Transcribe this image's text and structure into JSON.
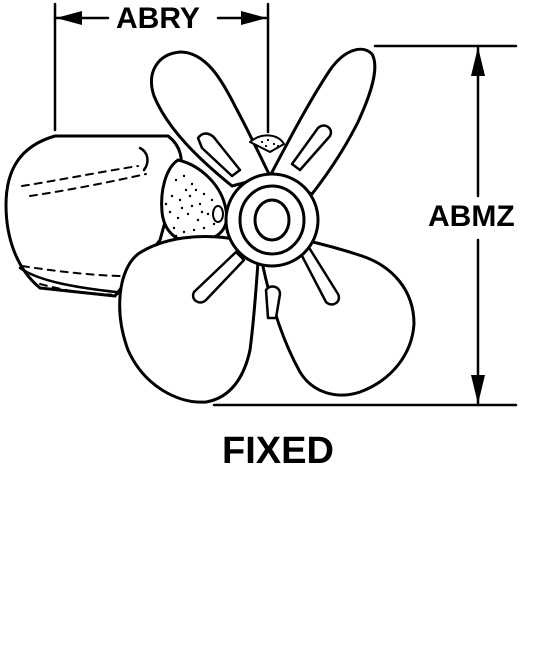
{
  "diagram": {
    "subject": "propeller",
    "dimensions": {
      "width_code": "ABRY",
      "height_code": "ABMZ"
    },
    "caption": "FIXED"
  }
}
